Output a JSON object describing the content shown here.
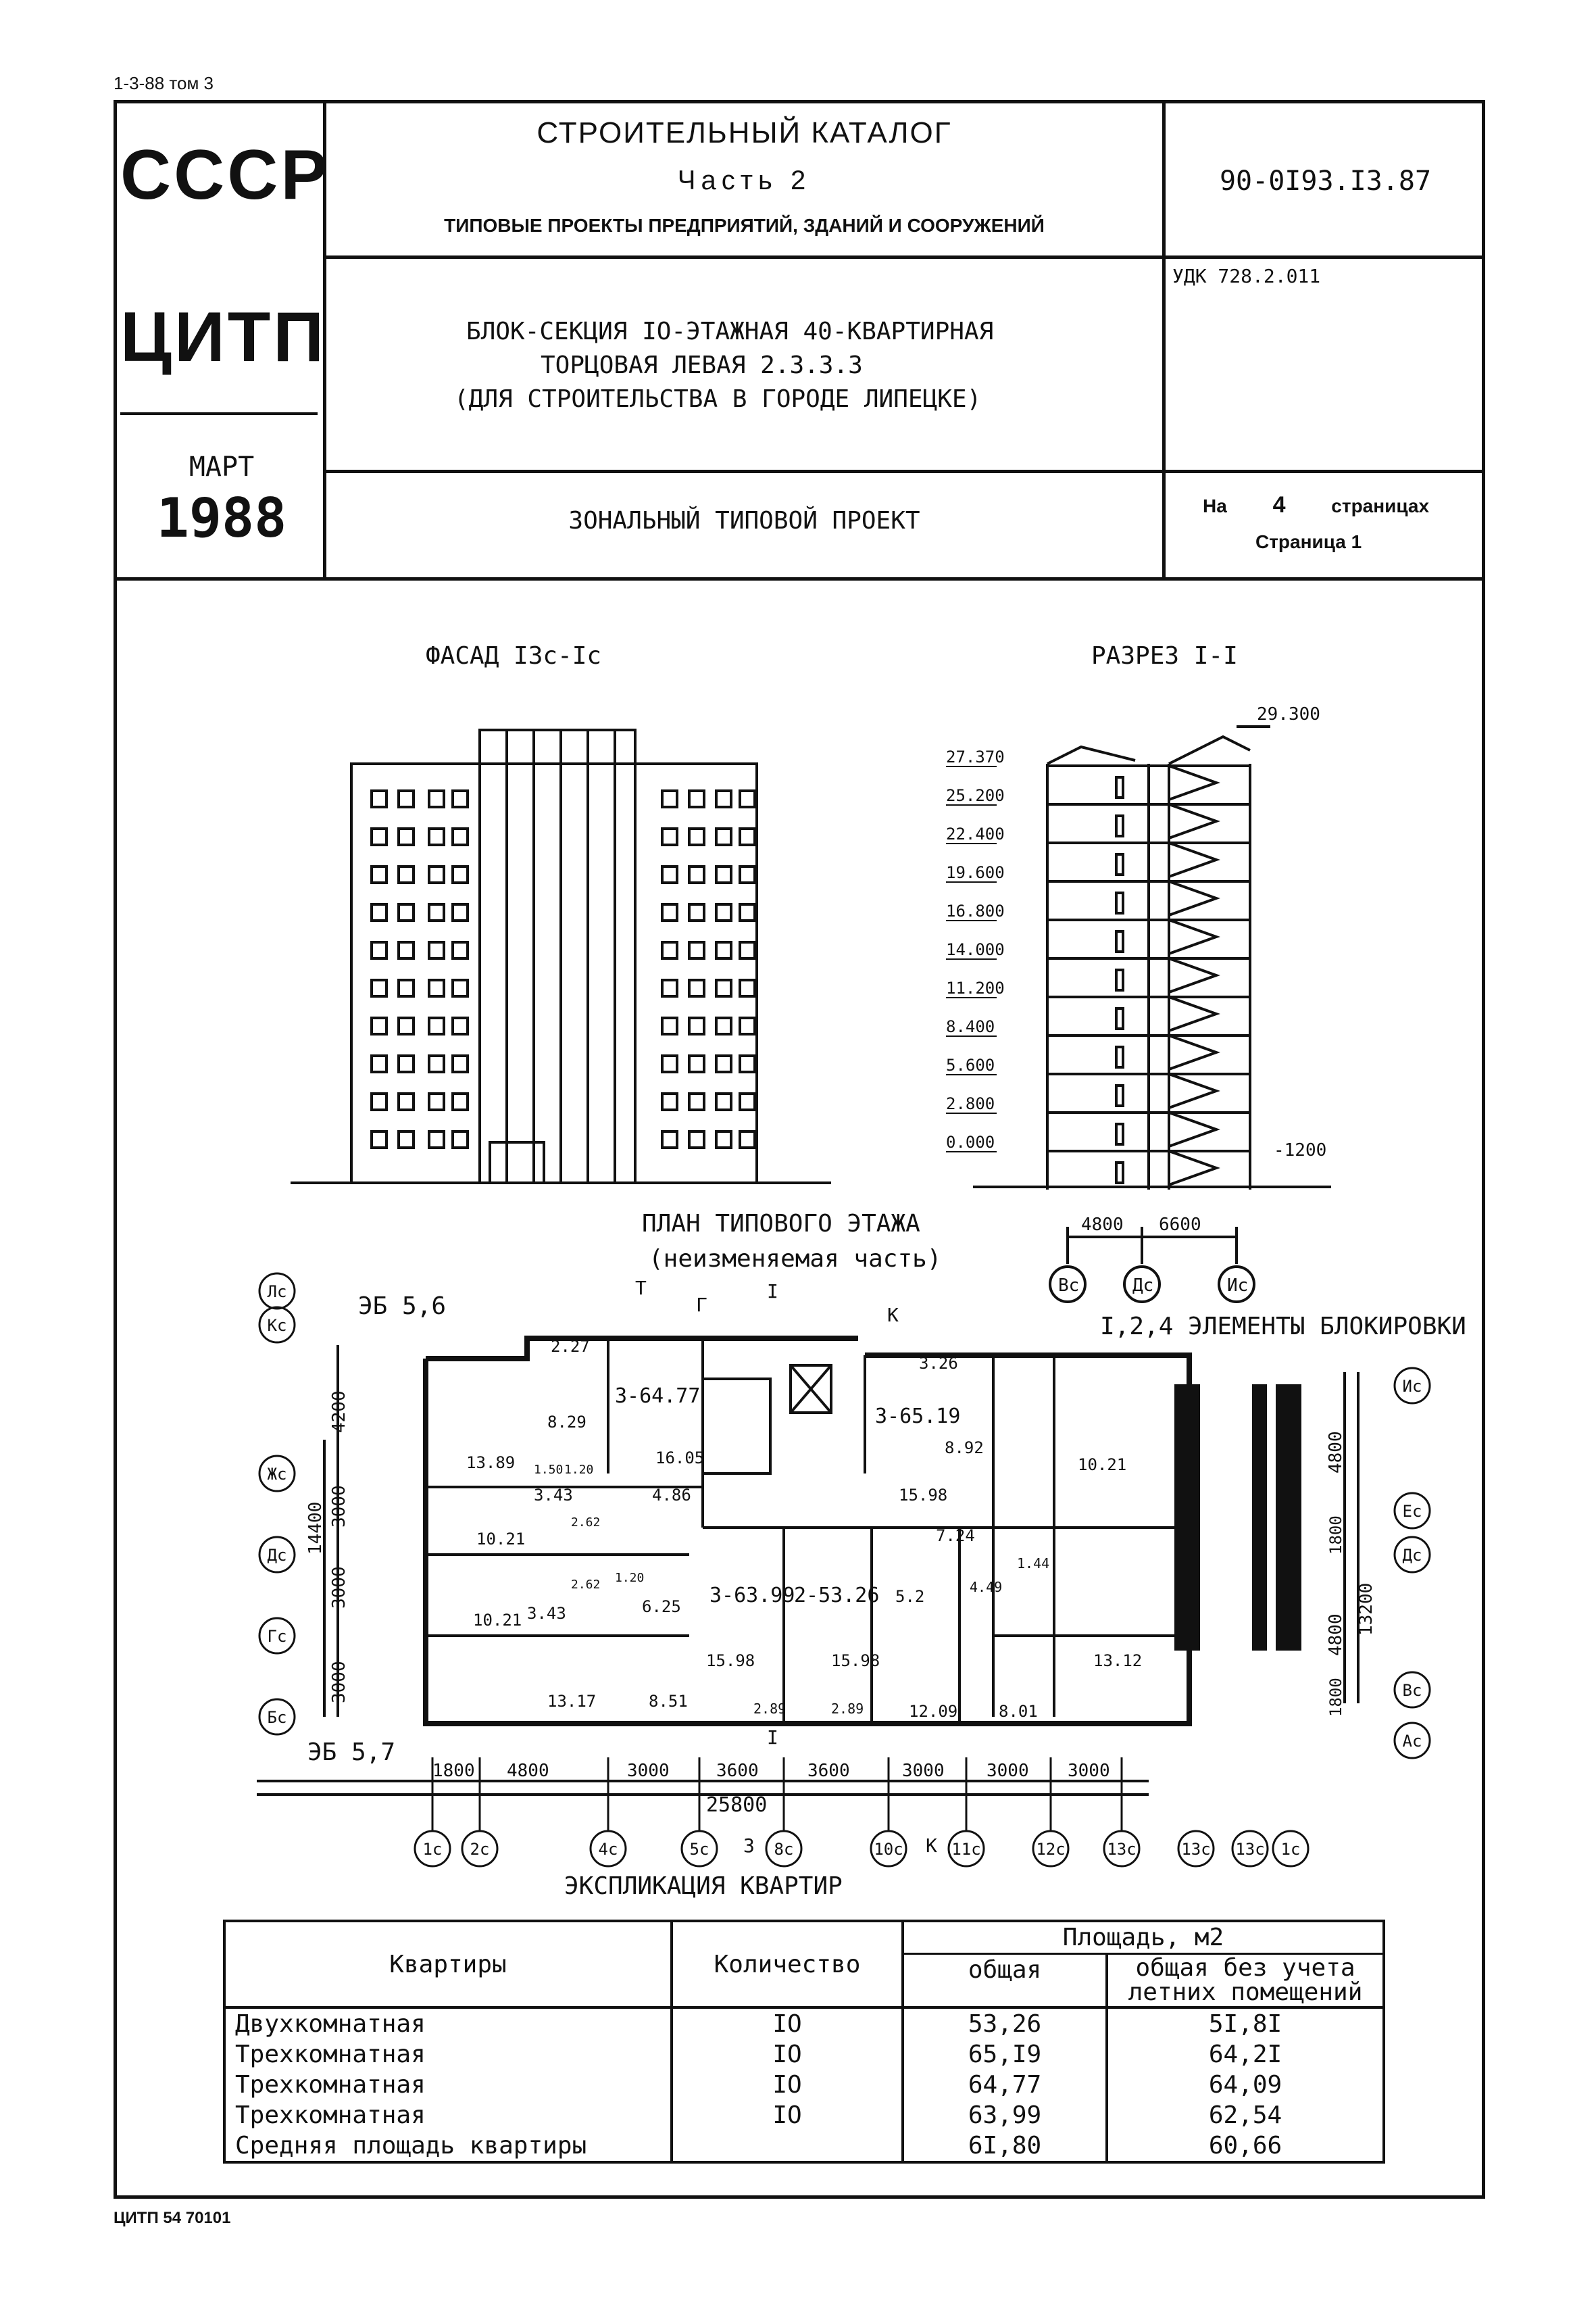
{
  "corner_code": "1-3-88 том 3",
  "header": {
    "org1": "СССР",
    "org2": "ЦИТП",
    "date_month": "МАРТ",
    "date_year": "1988",
    "catalog_title": "СТРОИТЕЛЬНЫЙ КАТАЛОГ",
    "catalog_part": "Часть 2",
    "catalog_subtitle": "ТИПОВЫЕ ПРОЕКТЫ ПРЕДПРИЯТИЙ, ЗДАНИЙ И СООРУЖЕНИЙ",
    "code": "90-0I93.I3.87",
    "udk": "УДК 728.2.011",
    "project_line1": "БЛОК-СЕКЦИЯ IO-ЭТАЖНАЯ 40-КВАРТИРНАЯ",
    "project_line2": "ТОРЦОВАЯ ЛЕВАЯ 2.3.3.3",
    "project_line3": "(ДЛЯ СТРОИТЕЛЬСТВА В ГОРОДЕ ЛИПЕЦКЕ)",
    "project_type": "ЗОНАЛЬНЫЙ ТИПОВОЙ ПРОЕКТ",
    "pages_prefix": "На",
    "pages_count": "4",
    "pages_suffix": "страницах",
    "page_label": "Страница 1"
  },
  "facade": {
    "title": "ФАСАД I3с-Iс"
  },
  "section": {
    "title": "РАЗРЕЗ I-I",
    "top_mark": "29.300",
    "levels": [
      "27.370",
      "25.200",
      "22.400",
      "19.600",
      "16.800",
      "14.000",
      "11.200",
      "8.400",
      "5.600",
      "2.800",
      "0.000"
    ],
    "bottom_mark": "-1200",
    "dims": [
      "4800",
      "6600"
    ],
    "axes": [
      "Вс",
      "Дс",
      "Ис"
    ]
  },
  "plan": {
    "title_line1": "ПЛАН ТИПОВОГО ЭТАЖА",
    "title_line2": "(неизменяемая часть)",
    "eb_top": "ЭБ 5,6",
    "eb_bottom": "ЭБ 5,7",
    "blocking_label": "I,2,4  ЭЛЕМЕНТЫ БЛОКИРОВКИ",
    "left_axes": [
      "Лс",
      "Кс",
      "Жс",
      "Дс",
      "Гс",
      "Бс"
    ],
    "left_dims": [
      "4200",
      "3000",
      "3000",
      "3000"
    ],
    "left_total": "14400",
    "right_axes": [
      "Ис",
      "Ес",
      "Дс",
      "Вс",
      "Ас"
    ],
    "right_dims": [
      "4800",
      "1800",
      "4800",
      "1800"
    ],
    "right_total": "13200",
    "bottom_dims": [
      "1800",
      "4800",
      "3000",
      "3600",
      "3600",
      "3000",
      "3000",
      "3000"
    ],
    "bottom_total": "25800",
    "bottom_axes": [
      "1с",
      "2с",
      "4с",
      "5с",
      "8с",
      "10с",
      "11с",
      "12с",
      "13с",
      "13с",
      "13с",
      "1с"
    ],
    "section_marks": [
      "Т",
      "Г",
      "I",
      "К",
      "I",
      "З",
      "К"
    ],
    "apartments": [
      "3-64.77",
      "3-65.19",
      "3-63.99",
      "2-53.26"
    ],
    "areas": [
      "2.27",
      "3.26",
      "8.29",
      "13.89",
      "1.50",
      "1.20",
      "16.05",
      "3.43",
      "4.86",
      "10.21",
      "2.62",
      "10.21",
      "2.62",
      "1.20",
      "3.43",
      "6.25",
      "15.98",
      "15.98",
      "2.89",
      "2.89",
      "13.17",
      "8.51",
      "8.92",
      "10.21",
      "15.98",
      "7.24",
      "1.44",
      "4.49",
      "5.2",
      "13.12",
      "12.09",
      "8.01"
    ]
  },
  "table": {
    "title": "ЭКСПЛИКАЦИЯ КВАРТИР",
    "col_apartments": "Квартиры",
    "col_count": "Количество",
    "col_area_group": "Площадь, м2",
    "col_total": "общая",
    "col_without_summer": "общая без учета летних помещений",
    "rows": [
      {
        "name": "Двухкомнатная",
        "count": "IO",
        "total": "53,26",
        "without": "5I,8I"
      },
      {
        "name": "Трехкомнатная",
        "count": "IO",
        "total": "65,I9",
        "without": "64,2I"
      },
      {
        "name": "Трехкомнатная",
        "count": "IO",
        "total": "64,77",
        "without": "64,09"
      },
      {
        "name": "Трехкомнатная",
        "count": "IO",
        "total": "63,99",
        "without": "62,54"
      },
      {
        "name": "Средняя площадь квартиры",
        "count": "",
        "total": "6I,80",
        "without": "60,66"
      }
    ]
  },
  "footer_code": "ЦИТП  54  70101"
}
